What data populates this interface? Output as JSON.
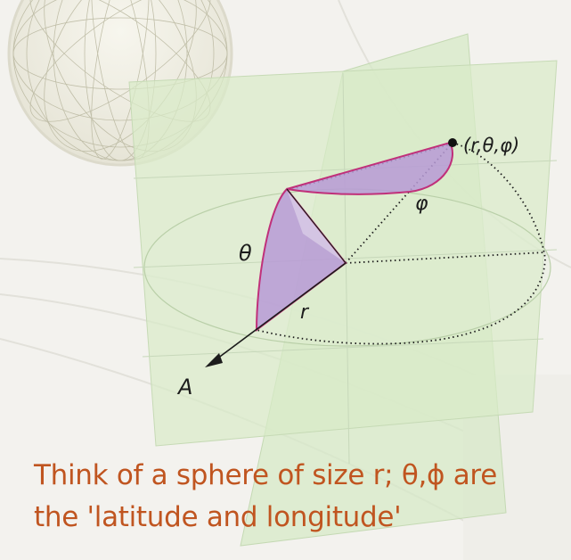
{
  "diagram": {
    "labels": {
      "point": "(r,θ,φ)",
      "theta": "θ",
      "phi": "φ",
      "radius": "r",
      "axis": "A"
    }
  },
  "caption": {
    "line1": "Think of a sphere of size r; θ,ϕ are",
    "line2": "the 'latitude and longitude'"
  },
  "colors": {
    "plane_fill": "#d6e9c6",
    "wedge_fill": "#b79ad6",
    "wedge_edge": "#c0307a",
    "caption_text": "#c05520"
  }
}
